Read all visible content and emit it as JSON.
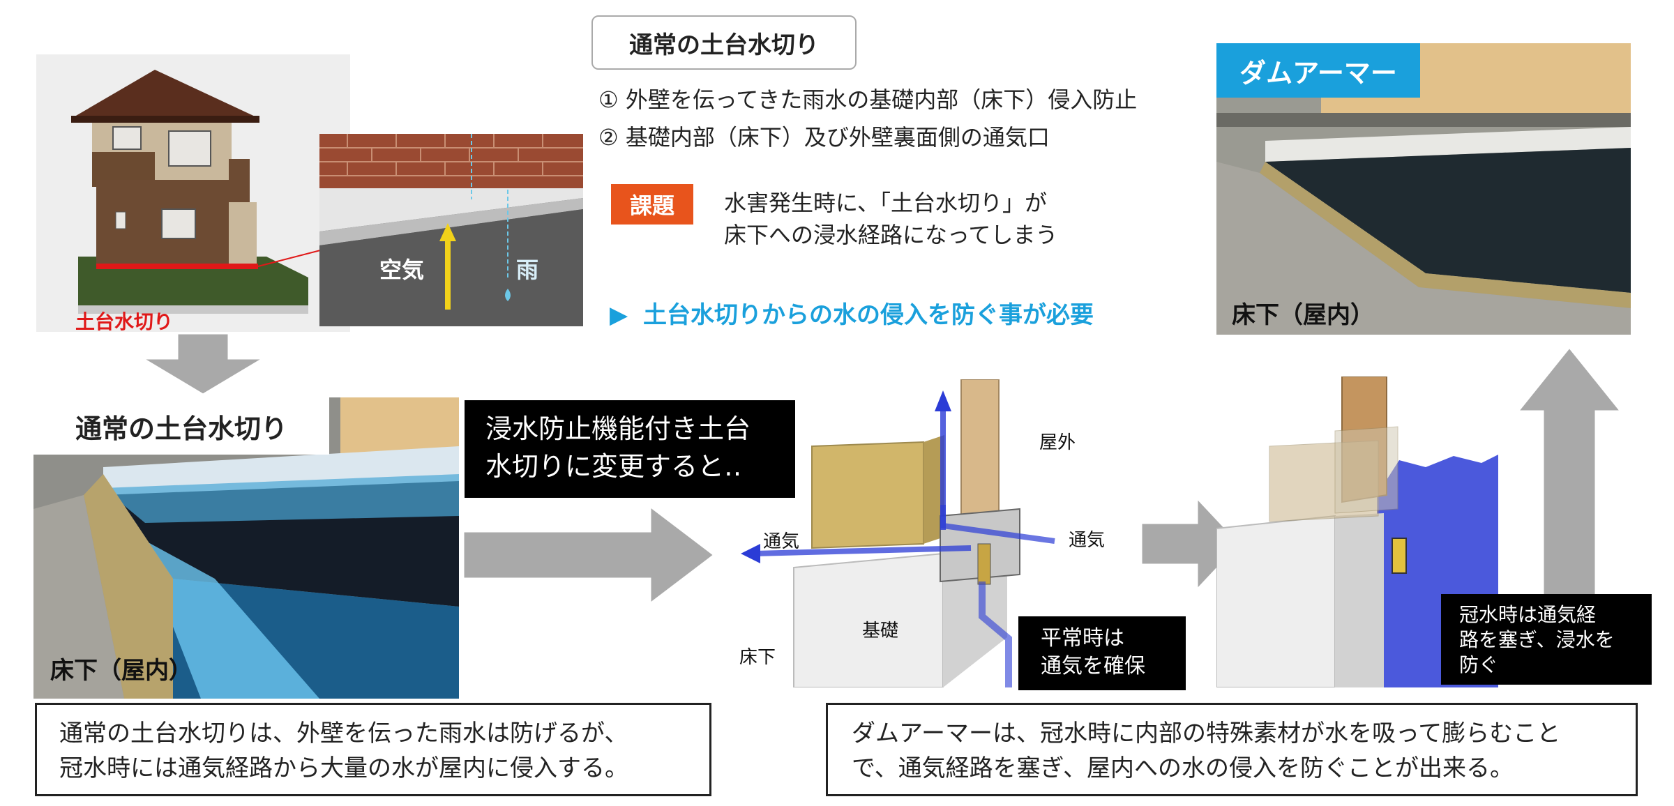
{
  "colors": {
    "accent_blue": "#1aa0dc",
    "issue_orange": "#e8541c",
    "flow_blue": "#2b3cd6",
    "arrow_gray": "#a9a9a9",
    "sill_red": "#e01818"
  },
  "house_panel": {
    "sill_label": "土台水切り"
  },
  "closeup_photo": {
    "air_label": "空気",
    "rain_label": "雨"
  },
  "intro": {
    "title": "通常の土台水切り",
    "points": [
      "① 外壁を伝ってきた雨水の基礎内部（床下）侵入防止",
      "② 基礎内部（床下）及び外壁裏面側の通気口"
    ],
    "issue_badge": "課題",
    "issue_lines": [
      "水害発生時に、「土台水切り」が",
      "床下への浸水経路になってしまう"
    ],
    "conclusion_marker": "▶",
    "conclusion": "土台水切りからの水の侵入を防ぐ事が必要"
  },
  "dam_photo": {
    "title": "ダムアーマー",
    "caption": "床下（屋内）"
  },
  "normal_photo": {
    "title": "通常の土台水切り",
    "caption": "床下（屋内）"
  },
  "change_label": {
    "line1": "浸水防止機能付き土台",
    "line2": "水切りに変更すると‥"
  },
  "section_normal": {
    "outdoor": "屋外",
    "vent_left": "通気",
    "vent_right": "通気",
    "foundation": "基礎",
    "underfloor": "床下",
    "note": [
      "平常時は",
      "通気を確保"
    ]
  },
  "section_flood": {
    "note": [
      "冠水時は通気経",
      "路を塞ぎ、浸水を",
      "防ぐ"
    ]
  },
  "summary_left": [
    "通常の土台水切りは、外壁を伝った雨水は防げるが、",
    "冠水時には通気経路から大量の水が屋内に侵入する。"
  ],
  "summary_right": [
    "ダムアーマーは、冠水時に内部の特殊素材が水を吸って膨らむこと",
    "で、通気経路を塞ぎ、屋内への水の侵入を防ぐことが出来る。"
  ]
}
